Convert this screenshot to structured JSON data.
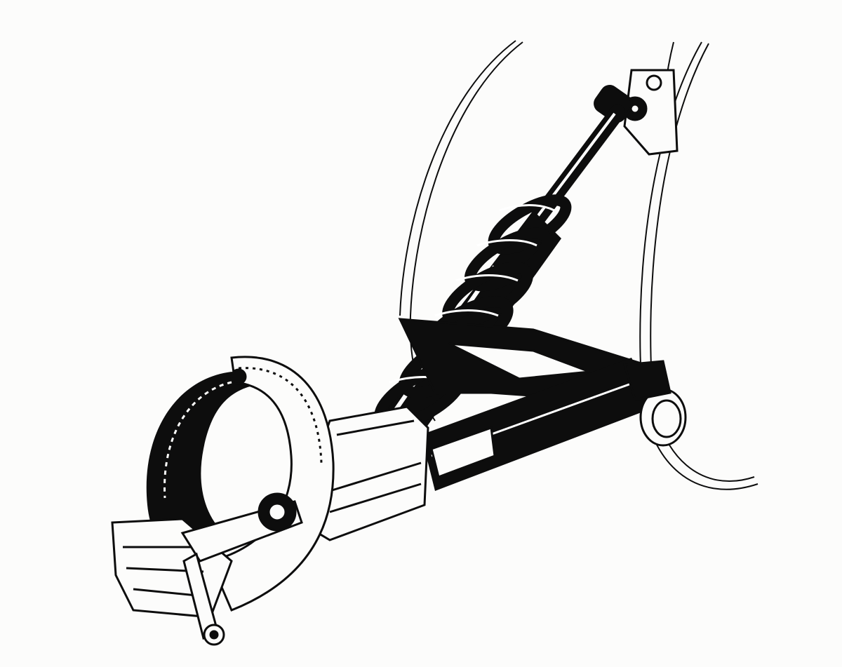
{
  "illustration": {
    "style": "black ink line-art technical cutaway",
    "colors": {
      "paper": "#fcfcfb",
      "ink": "#0d0d0d",
      "highlight": "#ffffff"
    },
    "components": [
      "wheel-rim",
      "upper-mount-bracket",
      "coilover-shock-absorber",
      "coil-spring",
      "piston-rod",
      "upper-wishbone",
      "halfshaft",
      "differential-housing",
      "ring-gear",
      "brake-disc",
      "brake-caliper",
      "lower-link",
      "hub-bearing"
    ]
  }
}
